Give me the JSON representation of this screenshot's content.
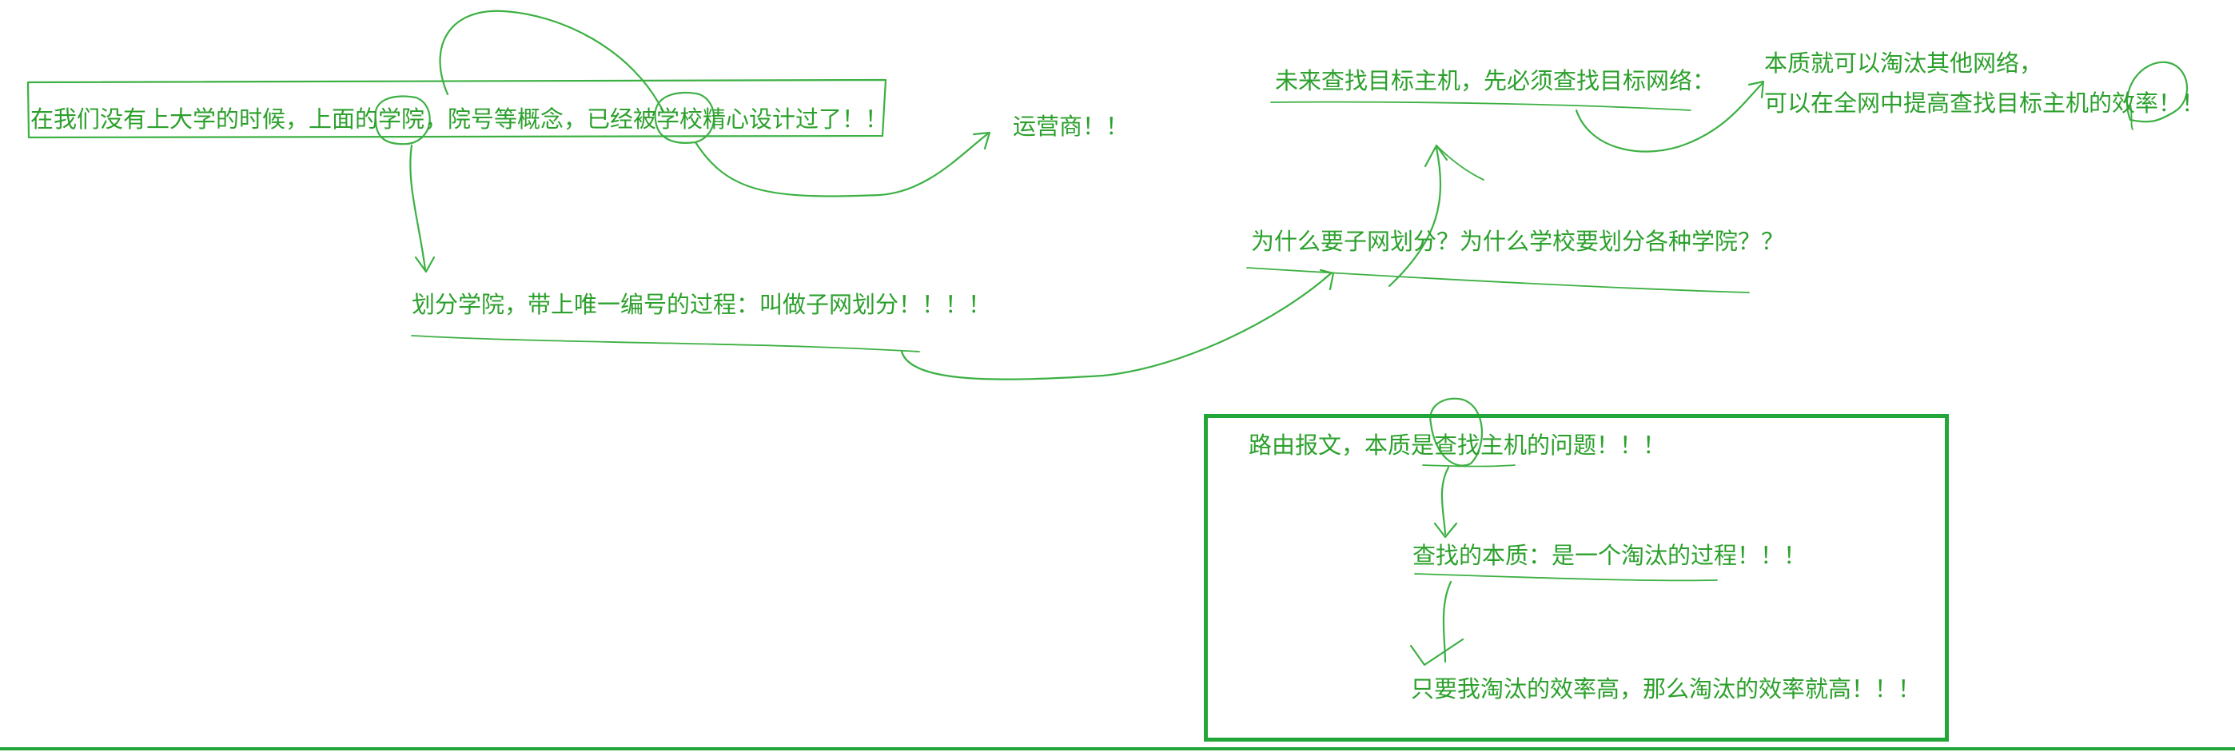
{
  "notes": {
    "school_analogy": "在我们没有上大学的时候，上面的学院，院号等概念，已经被学校精心设计过了！！",
    "operator": "运营商！！",
    "divide_college": "划分学院，带上唯一编号的过程：叫做子网划分！！！！",
    "why_subnet": "为什么要子网划分？为什么学校要划分各种学院？？",
    "future_find": "未来查找目标主机，先必须查找目标网络：",
    "essence_line1": "本质就可以淘汰其他网络，",
    "essence_line2": "可以在全网中提高查找目标主机的效率！！",
    "routing": "路由报文，本质是查找主机的问题！！！",
    "find_essence": "查找的本质：是一个淘汰的过程！！！",
    "efficiency": "只要我淘汰的效率高，那么淘汰的效率就高！！！"
  },
  "colors": {
    "ink": "#3cb043",
    "text": "#2ca02c",
    "box_border": "#22a63a",
    "background": "#ffffff"
  }
}
